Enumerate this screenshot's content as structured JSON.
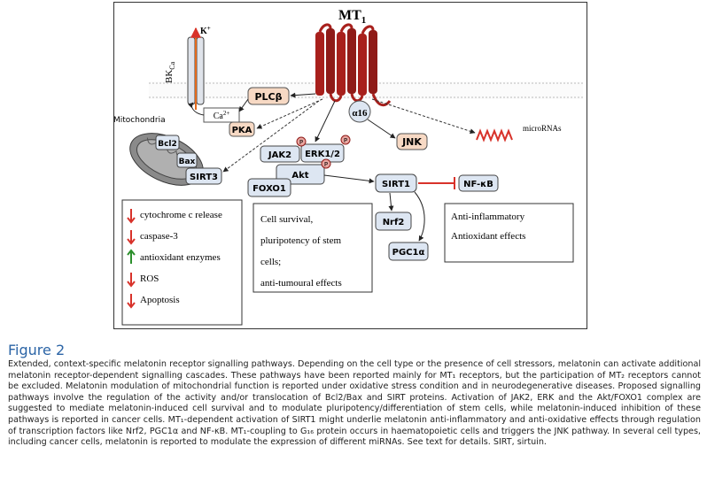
{
  "figure": {
    "receptor": {
      "name": "MT",
      "sub": "1"
    },
    "channel": {
      "name": "BK",
      "sub": "Ca",
      "ion": "K",
      "ion_sup": "+"
    },
    "calcium": {
      "name": "Ca",
      "sup": "2+"
    },
    "nodes": {
      "plcb": "PLCβ",
      "alpha16": "α16",
      "pka": "PKA",
      "jnk": "JNK",
      "mitochondria": "Mitochondria",
      "bcl2": "Bcl2",
      "bax": "Bax",
      "sirt3": "SIRT3",
      "jak2": "JAK2",
      "erk": "ERK1/2",
      "akt": "Akt",
      "foxo1": "FOXO1",
      "sirt1": "SIRT1",
      "nfkb": "NF-κB",
      "nrf2": "Nrf2",
      "pgc1a": "PGC1α",
      "micrornas": "microRNAs",
      "p_label": "P"
    },
    "mito_effects": [
      "cytochrome c release",
      "caspase-3",
      "antioxidant enzymes",
      "ROS",
      "Apoptosis"
    ],
    "survival_lines": [
      "Cell survival,",
      "pluripotency of stem",
      "cells;",
      "anti-tumoural effects"
    ],
    "inflam_lines": [
      "Anti-inflammatory",
      "Antioxidant effects"
    ],
    "colors": {
      "receptor": "#a8201c",
      "node_fill": "#f7d9c4",
      "blue_fill": "#dde6f2",
      "inhibit": "#d8322a",
      "arrow_up": "#2c8f2c",
      "arrow_down": "#d8322a"
    }
  },
  "caption": {
    "label": "Figure 2",
    "text": "Extended, context-specific melatonin receptor signalling pathways. Depending on the cell type or the presence of cell stressors, melatonin can activate additional melatonin receptor-dependent signalling cascades. These pathways have been reported mainly for MT₁ receptors, but the participation of MT₂ receptors cannot be excluded. Melatonin modulation of mitochondrial function is reported under oxidative stress condition and in neurodegenerative diseases. Proposed signalling pathways involve the regulation of the activity and/or translocation of Bcl2/Bax and SIRT proteins. Activation of JAK2, ERK and the Akt/FOXO1 complex are suggested to mediate melatonin-induced cell survival and to modulate pluripotency/differentiation of stem cells, while melatonin-induced inhibition of these pathways is reported in cancer cells. MT₁-dependent activation of SIRT1 might underlie melatonin anti-inflammatory and anti-oxidative effects through regulation of transcription factors like Nrf2, PGC1α and NF-κB. MT₁-coupling to G₁₆ protein occurs in haematopoietic cells and triggers the JNK pathway. In several cell types, including cancer cells, melatonin is reported to modulate the expression of different miRNAs. See text for details. SIRT, sirtuin."
  }
}
